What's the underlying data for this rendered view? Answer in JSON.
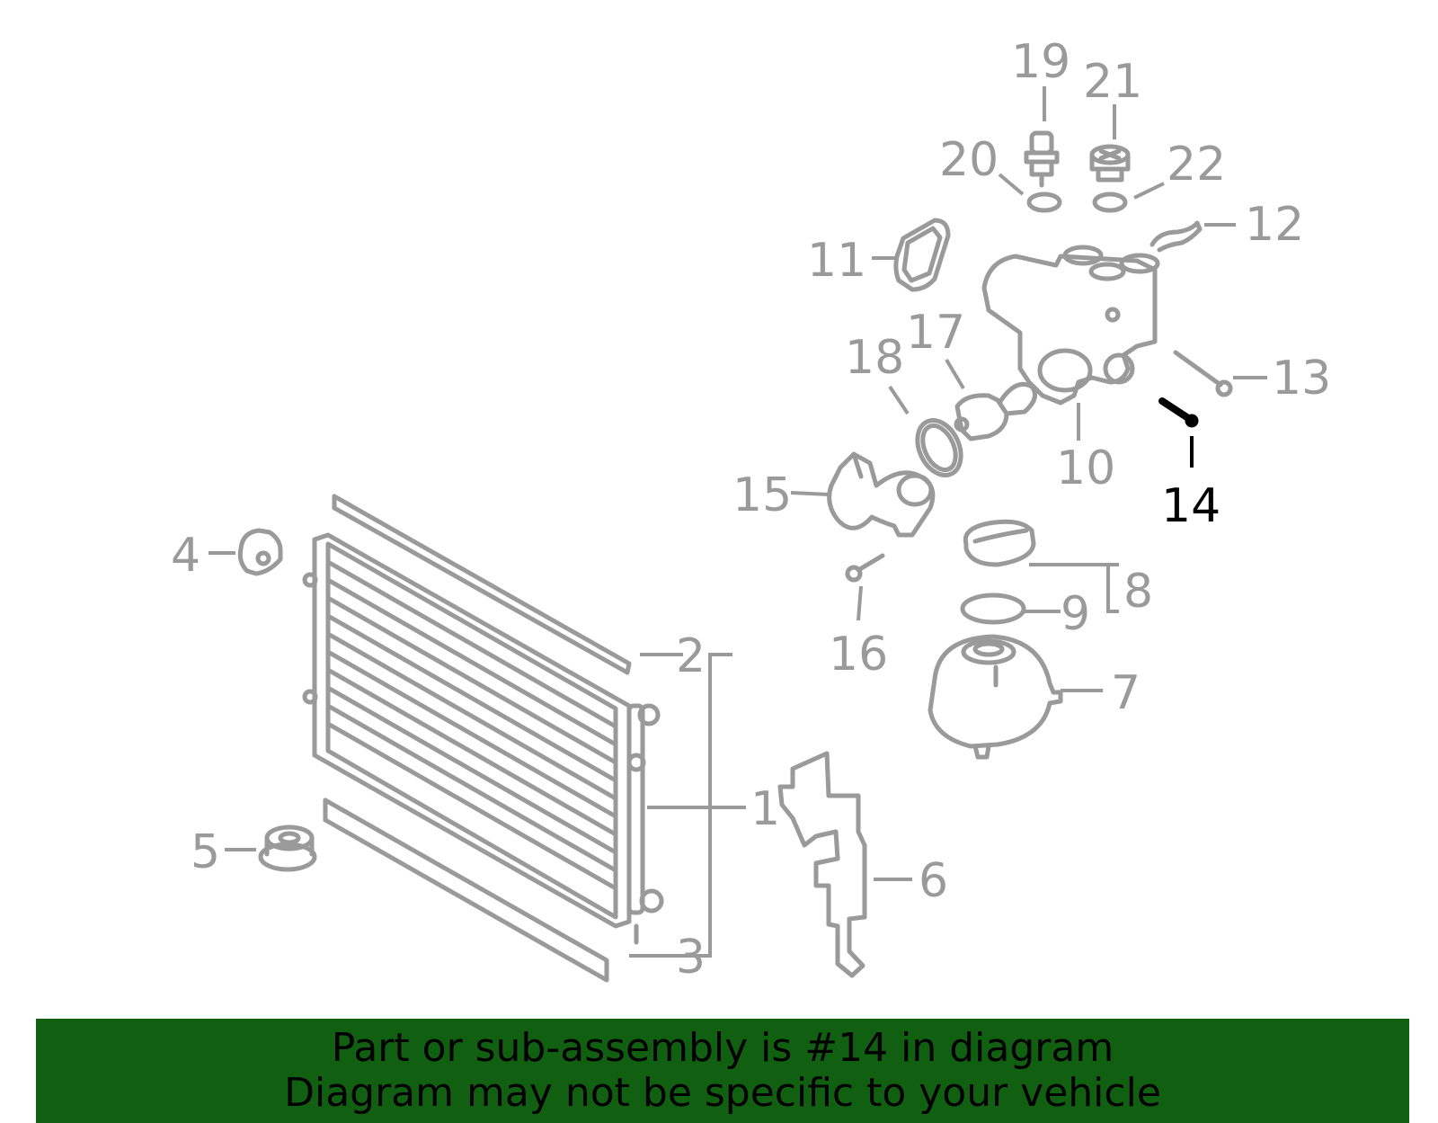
{
  "diagram": {
    "callouts": [
      {
        "id": "1",
        "text": "1"
      },
      {
        "id": "2",
        "text": "2"
      },
      {
        "id": "3",
        "text": "3"
      },
      {
        "id": "4",
        "text": "4"
      },
      {
        "id": "5",
        "text": "5"
      },
      {
        "id": "6",
        "text": "6"
      },
      {
        "id": "7",
        "text": "7"
      },
      {
        "id": "8",
        "text": "8"
      },
      {
        "id": "9",
        "text": "9"
      },
      {
        "id": "10",
        "text": "10"
      },
      {
        "id": "11",
        "text": "11"
      },
      {
        "id": "12",
        "text": "12"
      },
      {
        "id": "13",
        "text": "13"
      },
      {
        "id": "14",
        "text": "14"
      },
      {
        "id": "15",
        "text": "15"
      },
      {
        "id": "16",
        "text": "16"
      },
      {
        "id": "17",
        "text": "17"
      },
      {
        "id": "18",
        "text": "18"
      },
      {
        "id": "19",
        "text": "19"
      },
      {
        "id": "20",
        "text": "20"
      },
      {
        "id": "21",
        "text": "21"
      },
      {
        "id": "22",
        "text": "22"
      }
    ],
    "highlighted_part": "14",
    "colors": {
      "parts": "#9a9a9a",
      "highlight": "#000000",
      "banner": "#116012"
    }
  },
  "banner": {
    "line1": "Part or sub-assembly is #14 in diagram",
    "line2": "Diagram may not be specific to your vehicle"
  }
}
